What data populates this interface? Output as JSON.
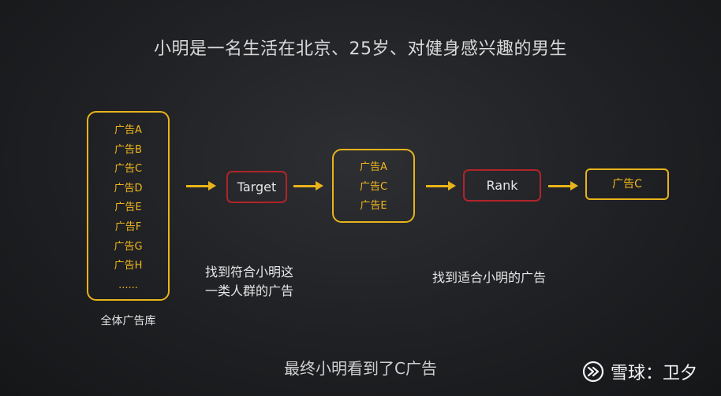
{
  "title": "小明是一名生活在北京、25岁、对健身感兴趣的男生",
  "ad_pool": {
    "items": [
      "广告A",
      "广告B",
      "广告C",
      "广告D",
      "广告E",
      "广告F",
      "广告G",
      "广告H",
      "......"
    ],
    "caption": "全体广告库"
  },
  "target_step": {
    "label": "Target",
    "caption_line1": "找到符合小明这",
    "caption_line2": "一类人群的广告"
  },
  "target_result": {
    "items": [
      "广告A",
      "广告C",
      "广告E"
    ]
  },
  "rank_step": {
    "label": "Rank",
    "caption": "找到适合小明的广告"
  },
  "final_result": {
    "label": "广告C"
  },
  "conclusion": "最终小明看到了C广告",
  "watermark": {
    "text": "雪球：卫夕",
    "icon": "snowball-logo-icon"
  },
  "colors": {
    "accent_yellow": "#e8b41a",
    "accent_red": "#b0242a",
    "background": "#1f2023"
  }
}
